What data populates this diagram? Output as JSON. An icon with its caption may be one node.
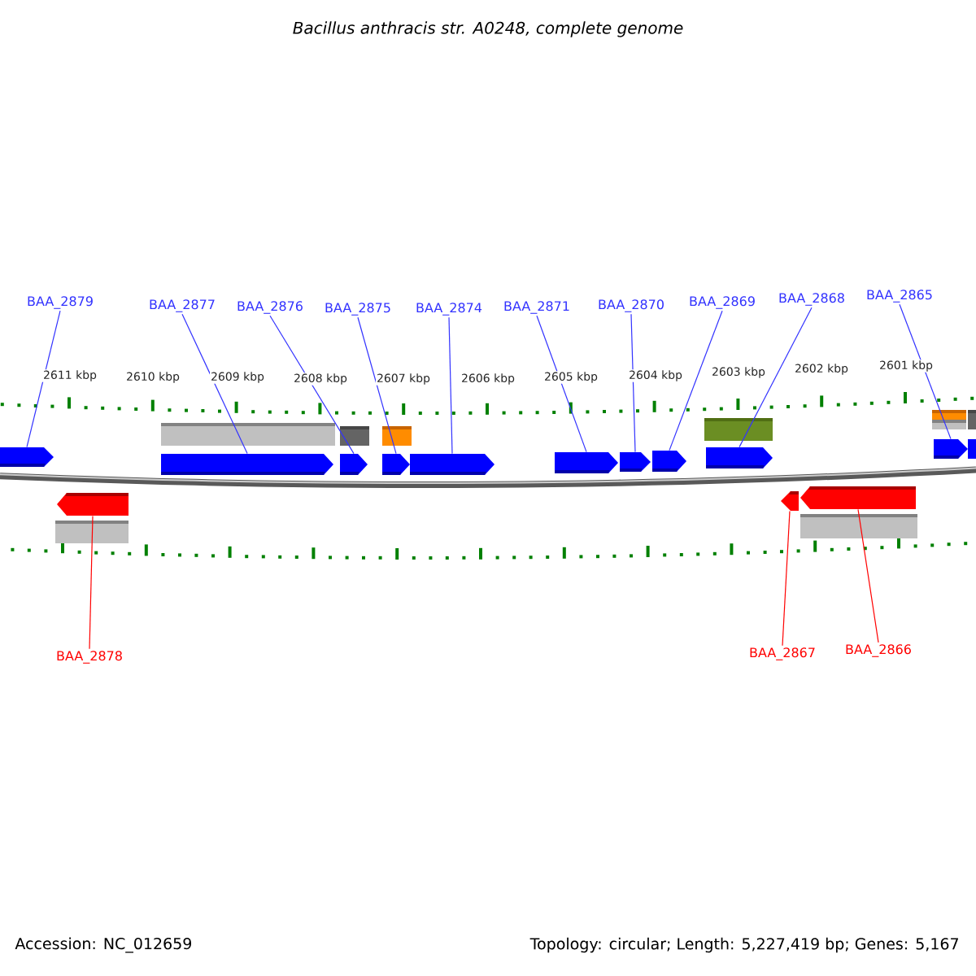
{
  "diagram": {
    "title": "Bacillus anthracis str. A0248, complete genome",
    "nodes": [
      {
        "text": [
          "BAA_2879"
        ]
      },
      {
        "text": [
          "BAA_2877"
        ]
      },
      {
        "text": [
          "BAA_2876"
        ]
      },
      {
        "text": [
          "BAA_2875"
        ]
      },
      {
        "text": [
          "BAA_2874"
        ]
      },
      {
        "text": [
          "BAA_2871"
        ]
      },
      {
        "text": [
          "BAA_2870"
        ]
      },
      {
        "text": [
          "BAA_2869"
        ]
      },
      {
        "text": [
          "BAA_2868"
        ]
      },
      {
        "text": [
          "BAA_2865"
        ]
      },
      {
        "text": [
          "BAA_2878"
        ]
      },
      {
        "text": [
          "BAA_2867"
        ]
      },
      {
        "text": [
          "BAA_2866"
        ]
      },
      {
        "text": [],
        "shape": "bar"
      },
      {
        "text": [],
        "shape": "bar"
      },
      {
        "text": [],
        "shape": "bar"
      },
      {
        "text": [],
        "shape": "bar"
      },
      {
        "text": [],
        "shape": "bar"
      },
      {
        "text": [],
        "shape": "bar"
      },
      {
        "text": [],
        "shape": "bar"
      },
      {
        "text": [],
        "shape": "bar"
      },
      {
        "text": [],
        "shape": "bar"
      },
      {
        "text": [],
        "shape": "bar"
      },
      {
        "text": [],
        "shape": "bar"
      },
      {
        "text": [],
        "shape": "bar"
      },
      {
        "text": [],
        "shape": "bar"
      }
    ],
    "edges": [
      {
        "from": 0,
        "to": 13,
        "arrow": "none"
      },
      {
        "from": 1,
        "to": 14,
        "arrow": "none"
      },
      {
        "from": 2,
        "to": 15,
        "arrow": "none"
      },
      {
        "from": 3,
        "to": 16,
        "arrow": "none"
      },
      {
        "from": 4,
        "to": 17,
        "arrow": "none"
      },
      {
        "from": 5,
        "to": 18,
        "arrow": "none"
      },
      {
        "from": 6,
        "to": 19,
        "arrow": "none"
      },
      {
        "from": 7,
        "to": 20,
        "arrow": "none"
      },
      {
        "from": 8,
        "to": 21,
        "arrow": "none"
      },
      {
        "from": 9,
        "to": 22,
        "arrow": "none"
      },
      {
        "from": 10,
        "to": 23,
        "arrow": "none",
        "color": "#ff0000"
      },
      {
        "from": 11,
        "to": 24,
        "arrow": "none",
        "color": "#ff0000"
      },
      {
        "from": 12,
        "to": 25,
        "arrow": "none",
        "color": "#ff0000"
      }
    ],
    "labels": [
      "2611 kbp",
      "2610 kbp",
      "2609 kbp",
      "2608 kbp",
      "2607 kbp",
      "2606 kbp",
      "2605 kbp",
      "2604 kbp",
      "2603 kbp",
      "2602 kbp",
      "2601 kbp",
      "Accession: NC_012659",
      "Topology: circular; Length: 5,227,419 bp; Genes: 5,167"
    ]
  }
}
